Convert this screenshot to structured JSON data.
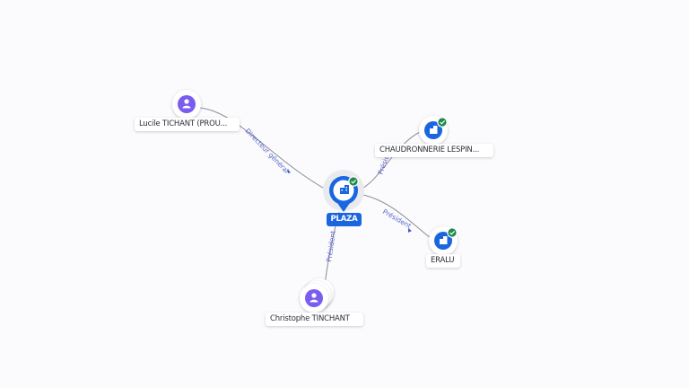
{
  "colors": {
    "company": "#1a66e0",
    "person": "#7b5cf0",
    "verified": "#1f8a4c",
    "edge": "#8a8d96",
    "edge_label": "#5b63c9"
  },
  "nodes": {
    "central": {
      "label": "PLAZA",
      "icon": "company-building-icon",
      "verified": true
    },
    "lucile": {
      "label": "Lucile TICHANT (PROU...",
      "icon": "person-icon"
    },
    "chaudronnerie": {
      "label": "CHAUDRONNERIE LESPIN...",
      "icon": "company-building-icon",
      "verified": true
    },
    "eralu": {
      "label": "ERALU",
      "icon": "company-building-icon",
      "verified": true
    },
    "christophe": {
      "label": "Christophe TINCHANT",
      "icon": "person-icon"
    }
  },
  "edges": {
    "lucile_plaza": {
      "label": "Directeur général"
    },
    "plaza_chaudronnerie": {
      "label": "Président"
    },
    "plaza_eralu": {
      "label": "Président"
    },
    "christophe_plaza": {
      "label": "Président"
    }
  }
}
